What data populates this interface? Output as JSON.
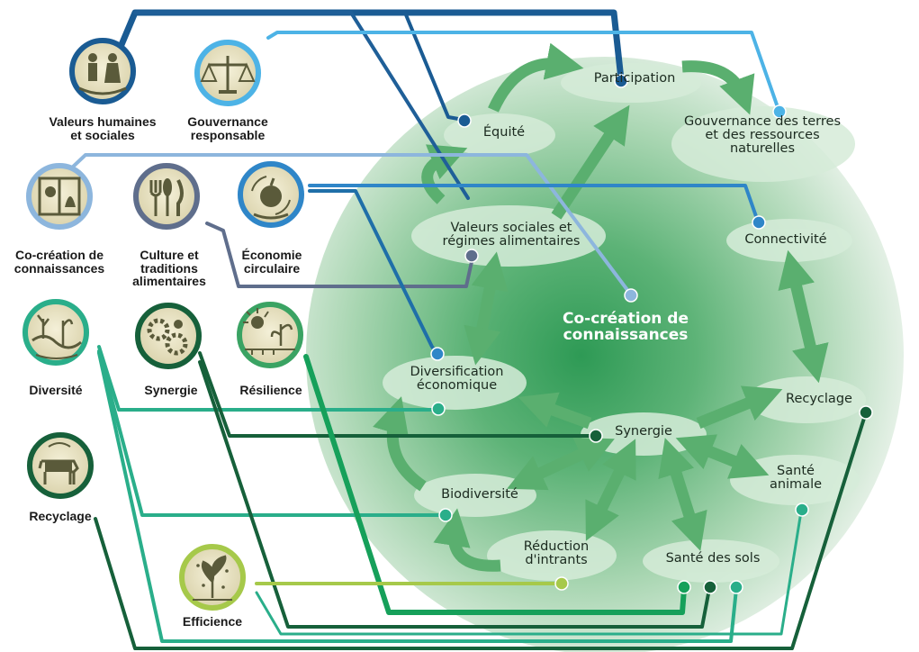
{
  "center_label": "Co-création de connaissances",
  "outcomes": {
    "participation": "Participation",
    "equite": "Équité",
    "gouvernance_terres": "Gouvernance des terres et des ressources naturelles",
    "valeurs_regimes": "Valeurs sociales et régimes alimentaires",
    "connectivite": "Connectivité",
    "diversification_economique": "Diversification économique",
    "recyclage": "Recyclage",
    "synergie": "Synergie",
    "sante_animale": "Santé animale",
    "biodiversite": "Biodiversité",
    "reduction_intrants": "Réduction d'intrants",
    "sante_sols": "Santé des sols"
  },
  "elements": {
    "valeurs_humaines": "Valeurs humaines et sociales",
    "gouvernance_responsable": "Gouvernance responsable",
    "cocreation": "Co-création de connaissances",
    "culture_traditions": "Culture et traditions alimentaires",
    "economie_circulaire": "Économie circulaire",
    "diversite": "Diversité",
    "synergie": "Synergie",
    "resilience": "Résilience",
    "recyclage": "Recyclage",
    "efficience": "Efficience"
  },
  "colors": {
    "sphere_center": "#2e9a55",
    "sphere_edge": "#e8f2e9",
    "arrow": "#5aaf6f",
    "line_navy": "#1a5b93",
    "line_blue": "#2f86c8",
    "line_sky": "#4db3e6",
    "line_lightblue": "#8db6dd",
    "line_slate": "#5f6e8c",
    "line_teal": "#2aae8a",
    "line_darkgreen": "#16603a",
    "line_green": "#3aa363",
    "line_lime": "#a6c94a"
  }
}
